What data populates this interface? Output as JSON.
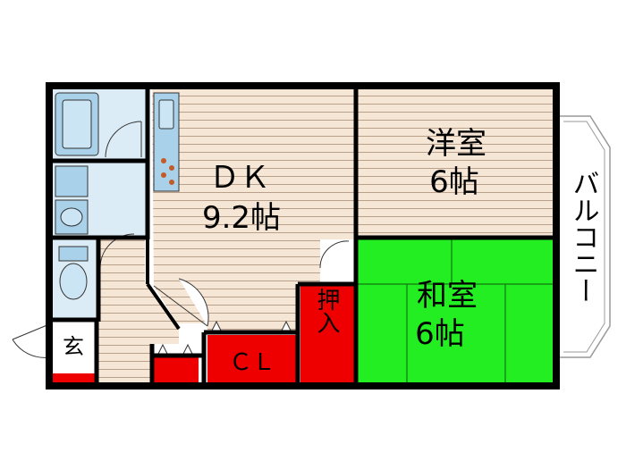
{
  "rooms": {
    "dk": {
      "name": "ＤＫ",
      "size": "9.2帖"
    },
    "western": {
      "name": "洋室",
      "size": "6帖"
    },
    "japanese": {
      "name": "和室",
      "size": "6帖"
    },
    "balcony": {
      "name": "バルコニー"
    },
    "closet": {
      "name": "ＣＬ"
    },
    "oshiire": {
      "name": "押入"
    },
    "entrance": {
      "name": "玄"
    }
  },
  "colors": {
    "wood_floor": "#f6e6d6",
    "wood_line": "#b9a08a",
    "tatami": "#22ee22",
    "tatami_line": "#117711",
    "storage": "#ee0000",
    "wet_area": "#dcecf6",
    "fixture": "#a9d2ea",
    "wall": "#000000"
  }
}
